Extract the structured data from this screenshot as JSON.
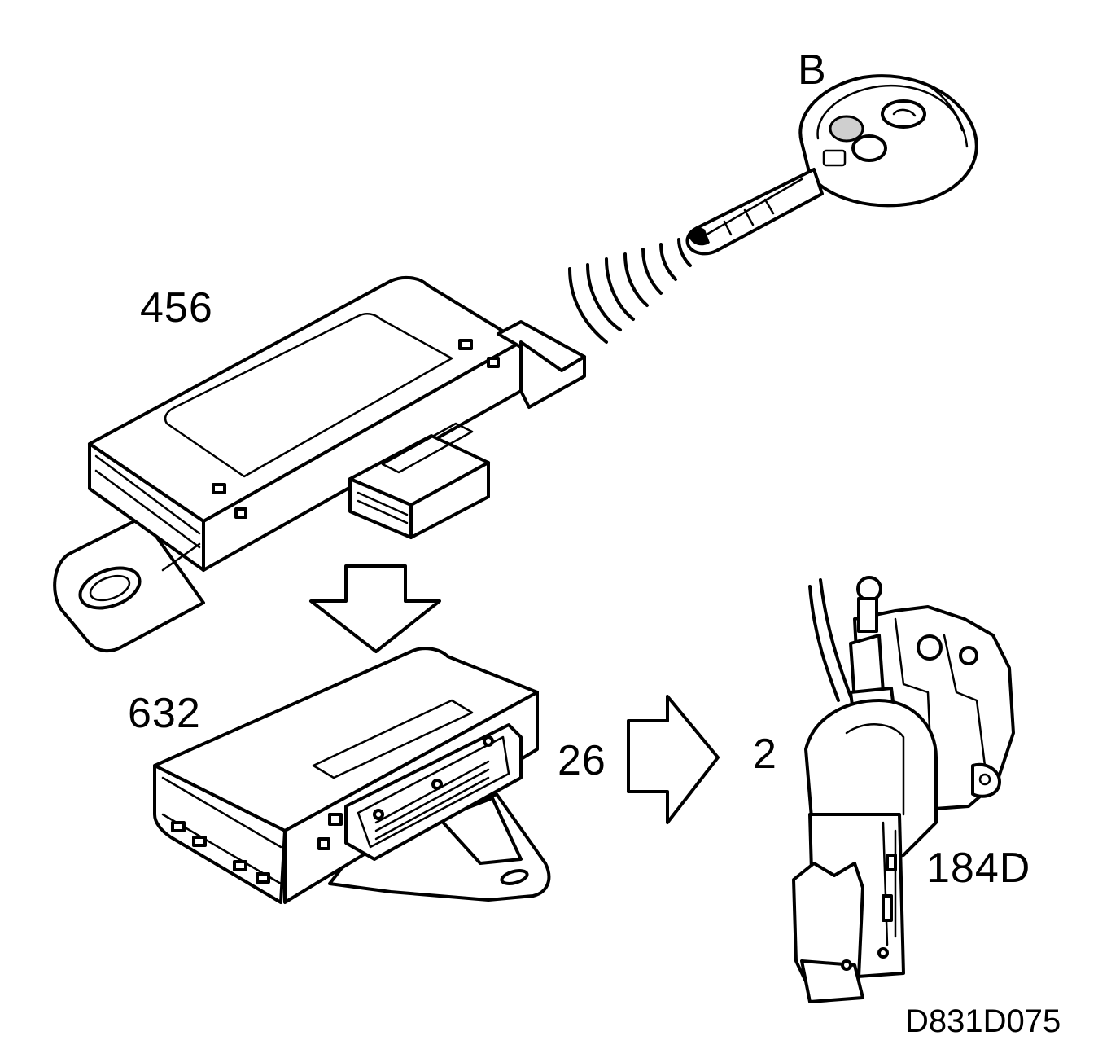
{
  "labels": {
    "key": "B",
    "receiver": "456",
    "control_unit": "632",
    "signal": "26",
    "ignition_ref": "2",
    "ignition_switch": "184D",
    "drawing_code": "D831D075"
  },
  "colors": {
    "ink": "#000000",
    "paper": "#ffffff",
    "shade": "#cfcfcf"
  }
}
